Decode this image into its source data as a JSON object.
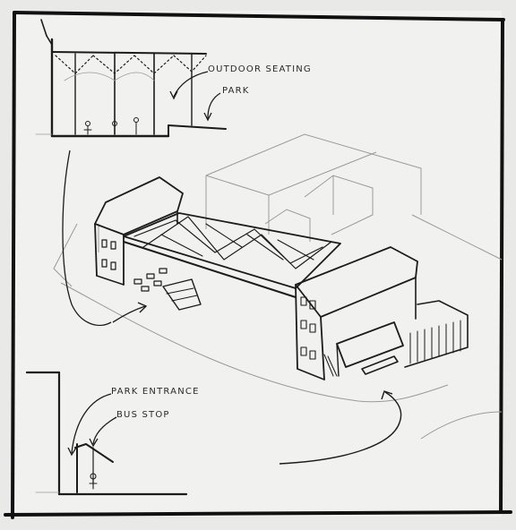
{
  "annotations": {
    "outdoor_seating": "OUTDOOR SEATING",
    "park": "PARK",
    "park_entrance": "PARK ENTRANCE",
    "bus_stop": "BUS STOP"
  },
  "colors": {
    "paper": "#f1f1ef",
    "frame": "#111111",
    "ink": "#1c1c1c",
    "pencil": "#9a9a9a"
  }
}
